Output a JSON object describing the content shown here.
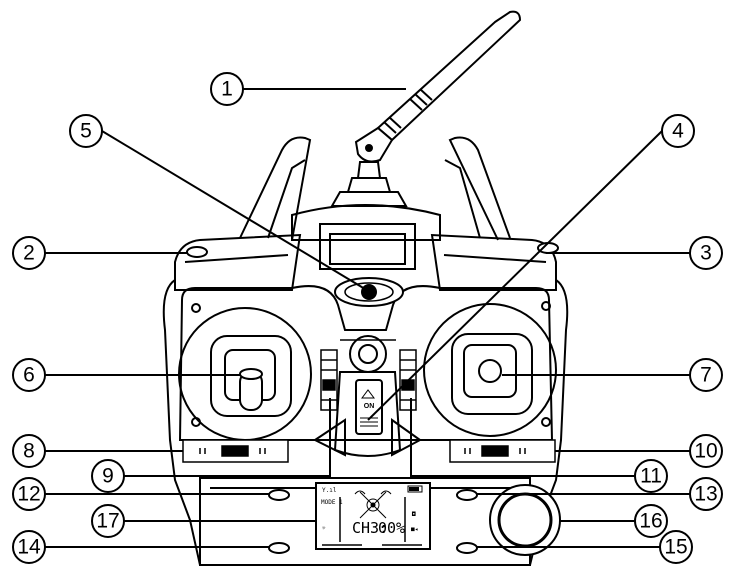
{
  "callouts": [
    {
      "id": 1,
      "label": "1"
    },
    {
      "id": 2,
      "label": "2"
    },
    {
      "id": 3,
      "label": "3"
    },
    {
      "id": 4,
      "label": "4"
    },
    {
      "id": 5,
      "label": "5"
    },
    {
      "id": 6,
      "label": "6"
    },
    {
      "id": 7,
      "label": "7"
    },
    {
      "id": 8,
      "label": "8"
    },
    {
      "id": 9,
      "label": "9"
    },
    {
      "id": 10,
      "label": "10"
    },
    {
      "id": 11,
      "label": "11"
    },
    {
      "id": 12,
      "label": "12"
    },
    {
      "id": 13,
      "label": "13"
    },
    {
      "id": 14,
      "label": "14"
    },
    {
      "id": 15,
      "label": "15"
    },
    {
      "id": 16,
      "label": "16"
    },
    {
      "id": 17,
      "label": "17"
    }
  ],
  "power_switch": {
    "label": "ON"
  },
  "lcd": {
    "mode": "MODE 1",
    "channel": "CH3:",
    "percent": "00%"
  }
}
